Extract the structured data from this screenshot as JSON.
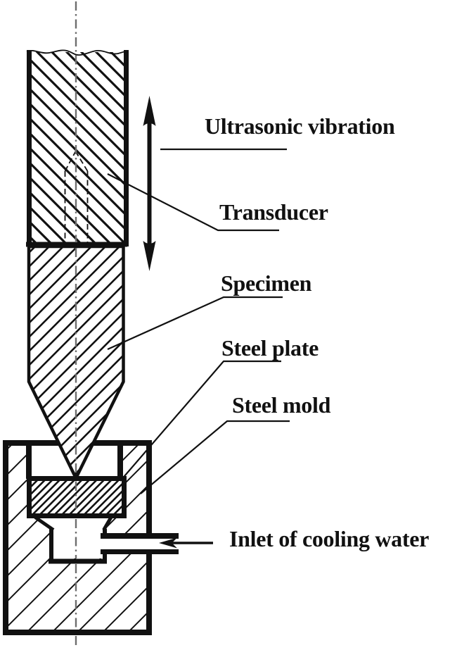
{
  "labels": {
    "ultrasonic_vibration": "Ultrasonic vibration",
    "transducer": "Transducer",
    "specimen": "Specimen",
    "steel_plate": "Steel plate",
    "steel_mold": "Steel mold",
    "inlet_cooling_water": "Inlet of cooling water"
  },
  "colors": {
    "ink": "#111111",
    "centerline": "#6e6e6e",
    "background": "#ffffff"
  }
}
